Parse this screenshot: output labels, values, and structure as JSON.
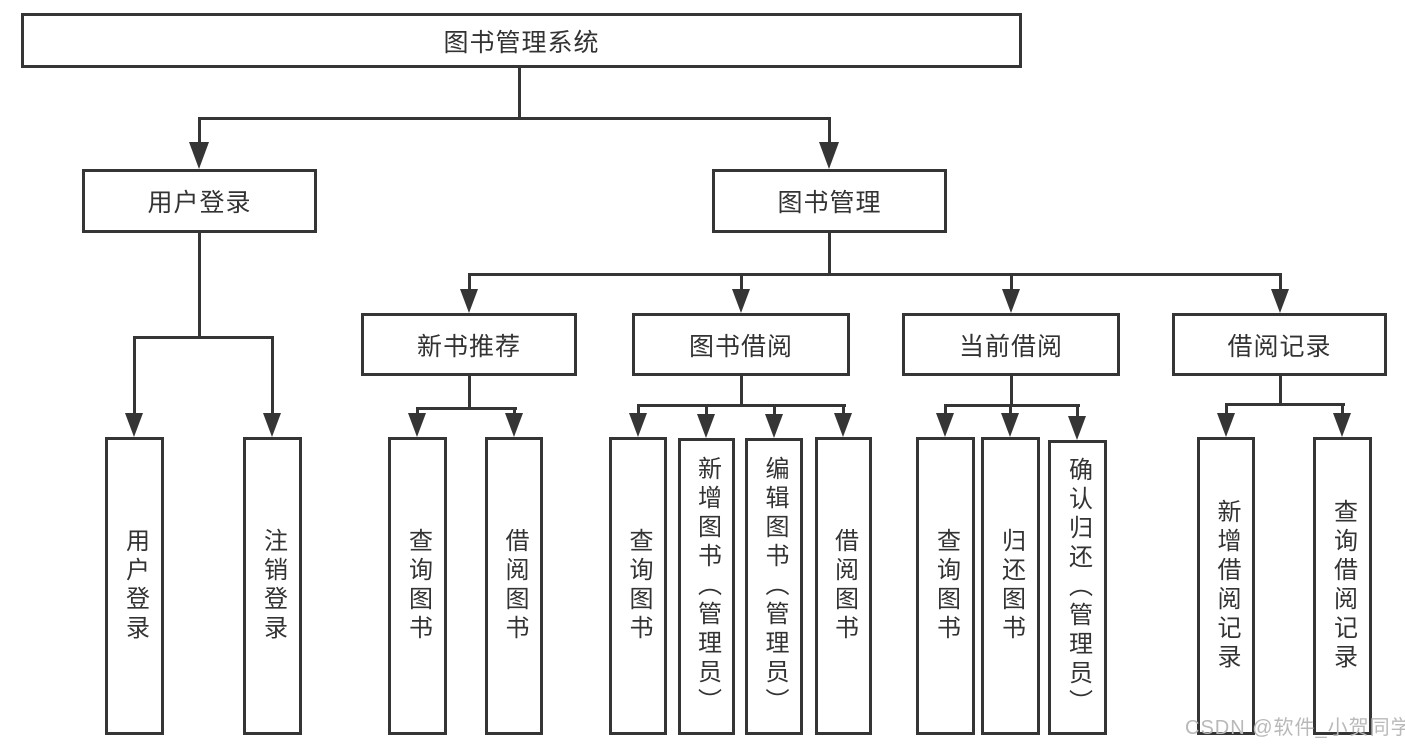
{
  "diagram_type": "hierarchy-tree",
  "tree": {
    "root": {
      "label": "图书管理系统",
      "children": [
        {
          "label": "用户登录",
          "children": [
            {
              "label": "用户登录"
            },
            {
              "label": "注销登录"
            }
          ]
        },
        {
          "label": "图书管理",
          "children": [
            {
              "label": "新书推荐",
              "children": [
                {
                  "label": "查询图书"
                },
                {
                  "label": "借阅图书"
                }
              ]
            },
            {
              "label": "图书借阅",
              "children": [
                {
                  "label": "查询图书"
                },
                {
                  "label": "新增图书（管理员）"
                },
                {
                  "label": "编辑图书（管理员）"
                },
                {
                  "label": "借阅图书"
                }
              ]
            },
            {
              "label": "当前借阅",
              "children": [
                {
                  "label": "查询图书"
                },
                {
                  "label": "归还图书"
                },
                {
                  "label": "确认归还（管理员）"
                }
              ]
            },
            {
              "label": "借阅记录",
              "children": [
                {
                  "label": "新增借阅记录"
                },
                {
                  "label": "查询借阅记录"
                }
              ]
            }
          ]
        }
      ]
    }
  },
  "watermark": {
    "text": "CSDN @软件_小贺同学",
    "color": "#b9b9b9"
  },
  "colors": {
    "background": "#ffffff",
    "box_fill": "#ffffff",
    "box_border": "#353535",
    "connector_line": "#353535",
    "text": "#333333"
  }
}
